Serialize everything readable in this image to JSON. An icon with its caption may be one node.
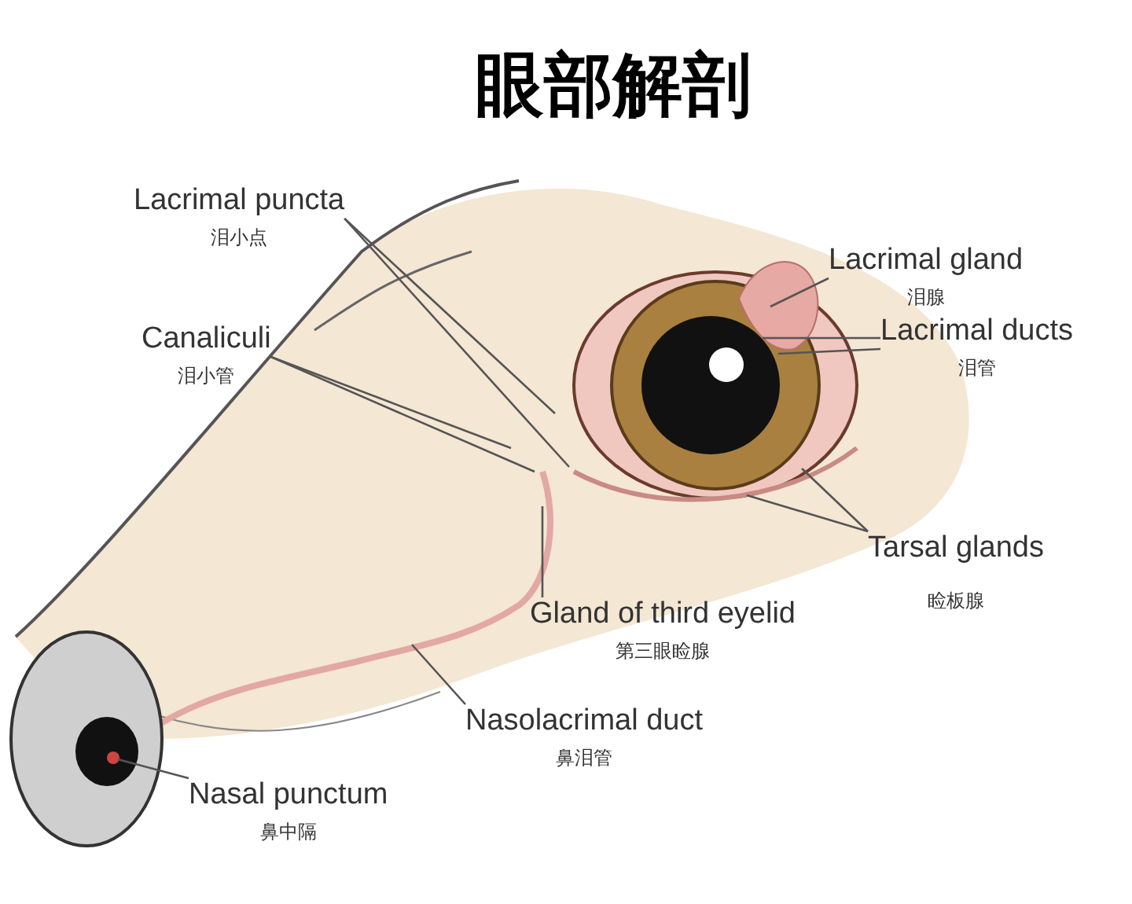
{
  "diagram": {
    "title": "眼部解剖",
    "nodes": [
      {
        "text": [
          "Lacrimal puncta",
          "泪小点"
        ]
      },
      {
        "text": [
          "Canaliculi",
          "泪小管"
        ]
      },
      {
        "text": [
          "Lacrimal gland",
          "泪腺"
        ]
      },
      {
        "text": [
          "Lacrimal ducts",
          "泪管"
        ]
      },
      {
        "text": [
          "Tarsal glands",
          "睑板腺"
        ]
      },
      {
        "text": [
          "Gland of third eyelid",
          "第三眼睑腺"
        ]
      },
      {
        "text": [
          "Nasolacrimal duct",
          "鼻泪管"
        ]
      },
      {
        "text": [
          "Nasal punctum",
          "鼻中隔"
        ]
      }
    ],
    "edges": [
      {
        "from": 0,
        "to": null,
        "arrow": "none"
      },
      {
        "from": 0,
        "to": null,
        "arrow": "none"
      },
      {
        "from": 1,
        "to": null,
        "arrow": "none"
      },
      {
        "from": 1,
        "to": null,
        "arrow": "none"
      },
      {
        "from": 2,
        "to": null,
        "arrow": "none"
      },
      {
        "from": 3,
        "to": null,
        "arrow": "none"
      },
      {
        "from": 3,
        "to": null,
        "arrow": "none"
      },
      {
        "from": 4,
        "to": null,
        "arrow": "none"
      },
      {
        "from": 4,
        "to": null,
        "arrow": "none"
      },
      {
        "from": 5,
        "to": null,
        "arrow": "none"
      },
      {
        "from": 6,
        "to": null,
        "arrow": "none"
      },
      {
        "from": 7,
        "to": null,
        "arrow": "none"
      }
    ]
  }
}
